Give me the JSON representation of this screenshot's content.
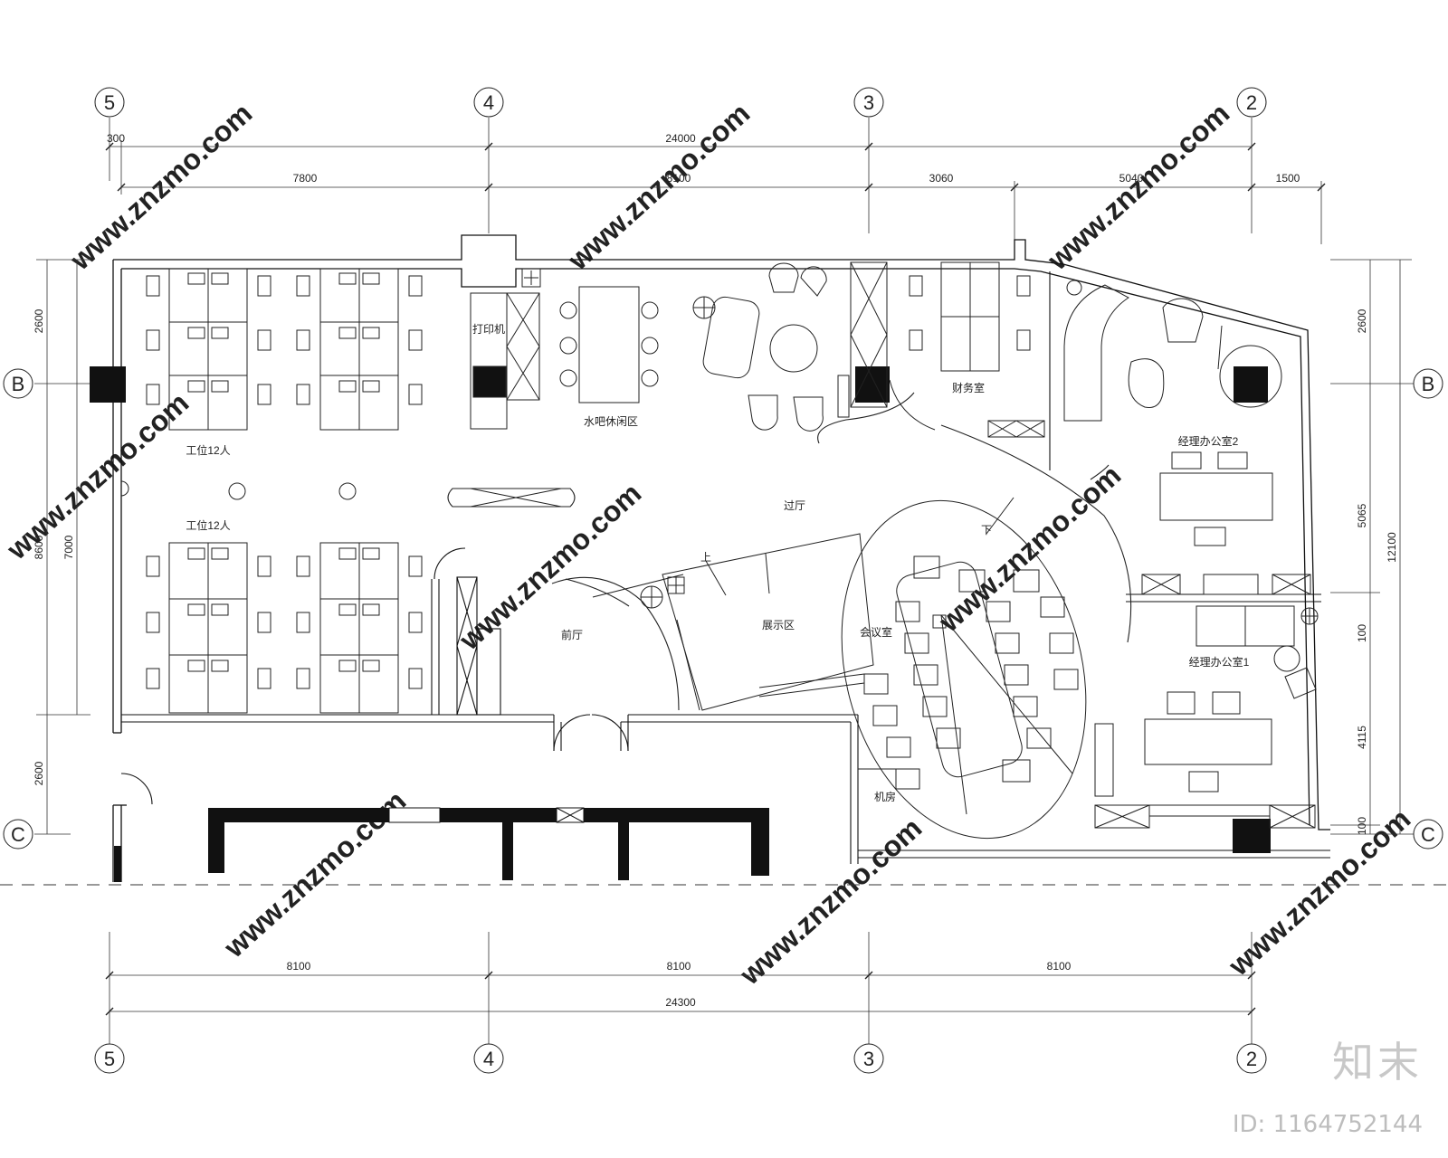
{
  "grid_axes": {
    "columns": [
      "5",
      "4",
      "3",
      "2"
    ],
    "rows": [
      "B",
      "C"
    ]
  },
  "dimensions": {
    "top_overall": "24000",
    "top_offset": "300",
    "top_spans": [
      "7800",
      "8100",
      "3060",
      "5040",
      "1500"
    ],
    "bottom_spans": [
      "8100",
      "8100",
      "8100"
    ],
    "bottom_overall": "24300",
    "left": [
      "2600",
      "8600",
      "7000",
      "2600"
    ],
    "right": [
      "2600",
      "5065",
      "12100",
      "4115",
      "100",
      "100"
    ]
  },
  "rooms": {
    "workstation_top": "工位12人",
    "workstation_bottom": "工位12人",
    "printer": "打印机",
    "bar_lounge": "水吧休闲区",
    "finance": "财务室",
    "manager_office_2": "经理办公室2",
    "manager_office_1": "经理办公室1",
    "corridor": "过厅",
    "lobby": "前厅",
    "exhibition": "展示区",
    "meeting": "会议室",
    "machine_room": "机房",
    "stair_up": "上",
    "stair_down": "下"
  },
  "watermark": {
    "site": "www.znzmo.com",
    "brand": "知末",
    "id": "ID: 1164752144"
  }
}
